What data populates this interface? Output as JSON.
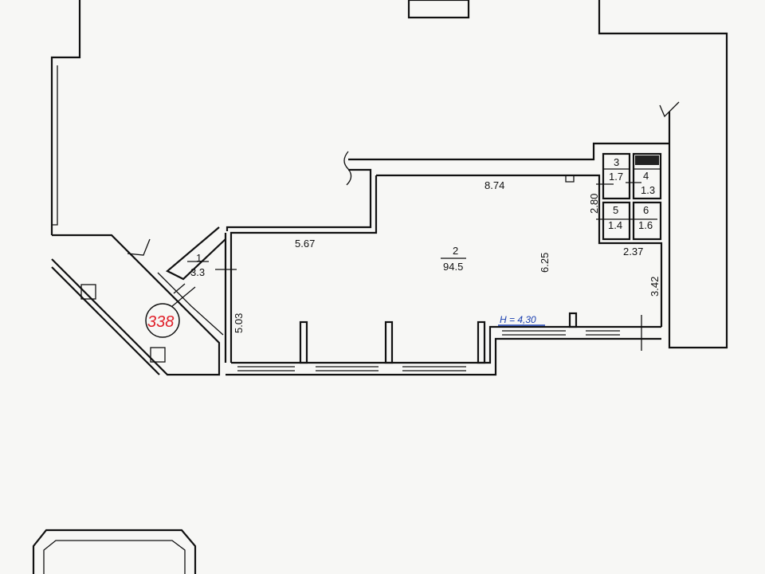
{
  "plan": {
    "dimensions": {
      "top_main": "8.74",
      "top_left": "5.67",
      "right_depth": "6.25",
      "left_depth": "5.03",
      "service_block": "2.80",
      "corner_width": "2.37",
      "corner_depth": "3.42"
    },
    "rooms": [
      {
        "number": "1",
        "area": "3.3"
      },
      {
        "number": "2",
        "area": "94.5"
      },
      {
        "number": "3",
        "area": "1.7"
      },
      {
        "number": "4",
        "area": "1.3"
      },
      {
        "number": "5",
        "area": "1.4"
      },
      {
        "number": "6",
        "area": "1.6"
      }
    ],
    "height_note": "H = 4,30",
    "stamp_number": "338",
    "colors": {
      "stamp": "#e0202a",
      "note": "#1a3fb0",
      "wall": "#111111"
    }
  }
}
